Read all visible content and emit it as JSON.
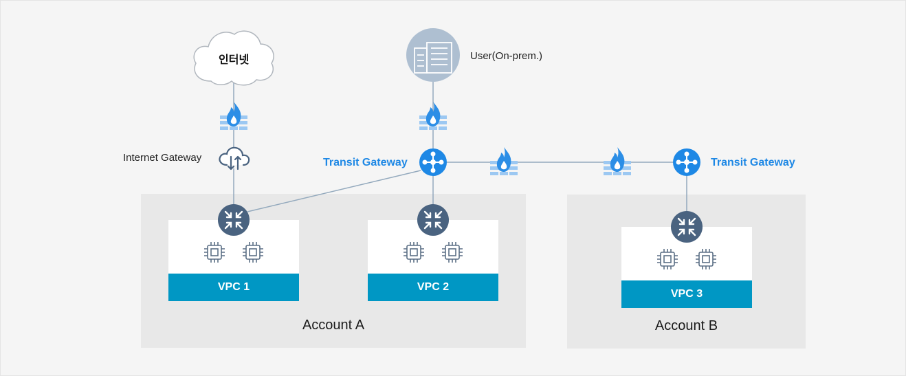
{
  "labels": {
    "internet": "인터넷",
    "user": "User(On-prem.)",
    "internet_gateway": "Internet Gateway",
    "transit_gateway_a": "Transit Gateway",
    "transit_gateway_b": "Transit Gateway"
  },
  "accounts": [
    {
      "name": "Account A"
    },
    {
      "name": "Account B"
    }
  ],
  "vpcs": [
    {
      "name": "VPC 1"
    },
    {
      "name": "VPC 2"
    },
    {
      "name": "VPC 3"
    }
  ],
  "colors": {
    "vpc_bar": "#0097c4",
    "router": "#4a6380",
    "transit_gateway": "#1e88e5",
    "firewall_flame": "#2c8ee6",
    "firewall_wall": "#9cc8f2",
    "line": "#93a9bd"
  }
}
